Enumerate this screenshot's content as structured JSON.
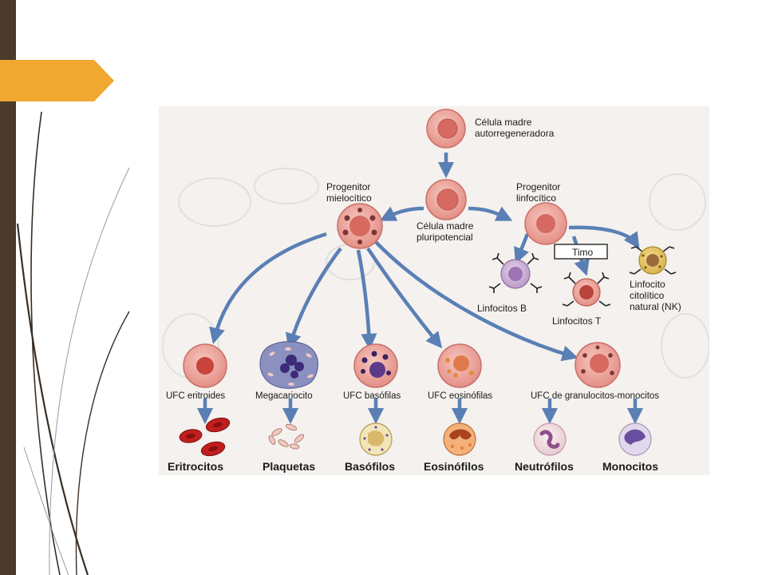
{
  "slide": {
    "accent_color": "#f0a830",
    "bar_color": "#4a3b2e"
  },
  "diagram": {
    "nodes": {
      "self_renewing": [
        "Célula madre",
        "autorregeneradora"
      ],
      "pluripotent": [
        "Célula madre",
        "pluripotencial"
      ],
      "myeloid": [
        "Progenitor",
        "mielocítico"
      ],
      "lymphoid": [
        "Progenitor",
        "linfocítico"
      ],
      "thymus": "Timo",
      "b_cells": "Linfocitos B",
      "t_cells": "Linfocitos T",
      "nk": [
        "Linfocito",
        "citolítico",
        "natural (NK)"
      ],
      "cfu_e": "UFC eritroides",
      "megakaryocyte": "Megacariocito",
      "cfu_baso": "UFC basófilas",
      "cfu_eos": "UFC eosinófilas",
      "cfu_gm": "UFC de granulocitos-monocitos"
    },
    "outputs": {
      "erythrocytes": "Eritrocitos",
      "platelets": "Plaquetas",
      "basophils": "Basófilos",
      "eosinophils": "Eosinófilos",
      "neutrophils": "Neutrófilos",
      "monocytes": "Monocitos"
    }
  }
}
